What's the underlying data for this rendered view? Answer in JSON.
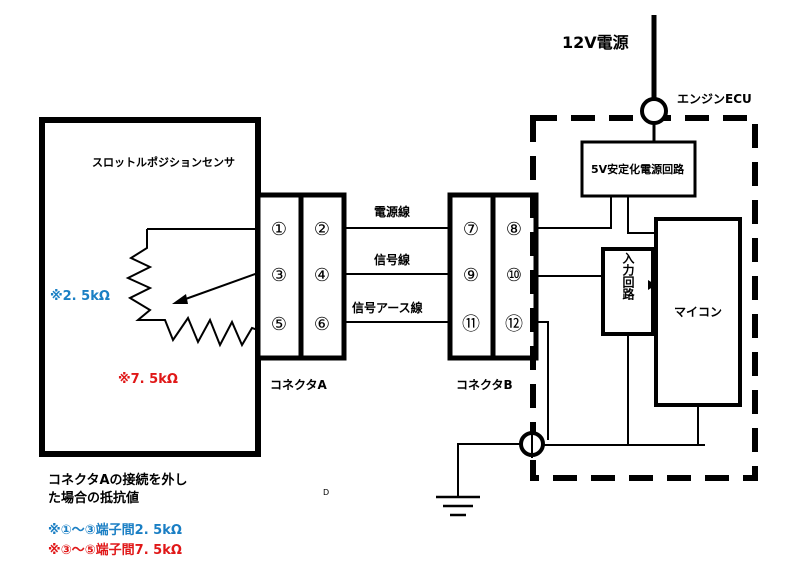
{
  "power_supply": "12V電源",
  "ecu_label": "エンジンECU",
  "sensor_title": "スロットルポジションセンサ",
  "regulator_label": "5V安定化電源回路",
  "input_circuit_label": "入力回路",
  "micon_label": "マイコン",
  "connector_a": {
    "label": "コネクタA",
    "pins": [
      "①",
      "②",
      "③",
      "④",
      "⑤",
      "⑥"
    ]
  },
  "connector_b": {
    "label": "コネクタB",
    "pins": [
      "⑦",
      "⑧",
      "⑨",
      "⑩",
      "⑪",
      "⑫"
    ]
  },
  "wires": {
    "power": "電源線",
    "signal": "信号線",
    "ground": "信号アース線"
  },
  "resistance_upper": "※2. 5kΩ",
  "resistance_lower": "※7. 5kΩ",
  "note": {
    "line1": "コネクタAの接続を外し",
    "line2": "た場合の抵抗値",
    "item1": "※①～③端子間2. 5kΩ",
    "item2": "※③～⑤端子間7. 5kΩ"
  },
  "stray_mark": "D",
  "colors": {
    "blue": "#1a7fc4",
    "red": "#e01818"
  }
}
